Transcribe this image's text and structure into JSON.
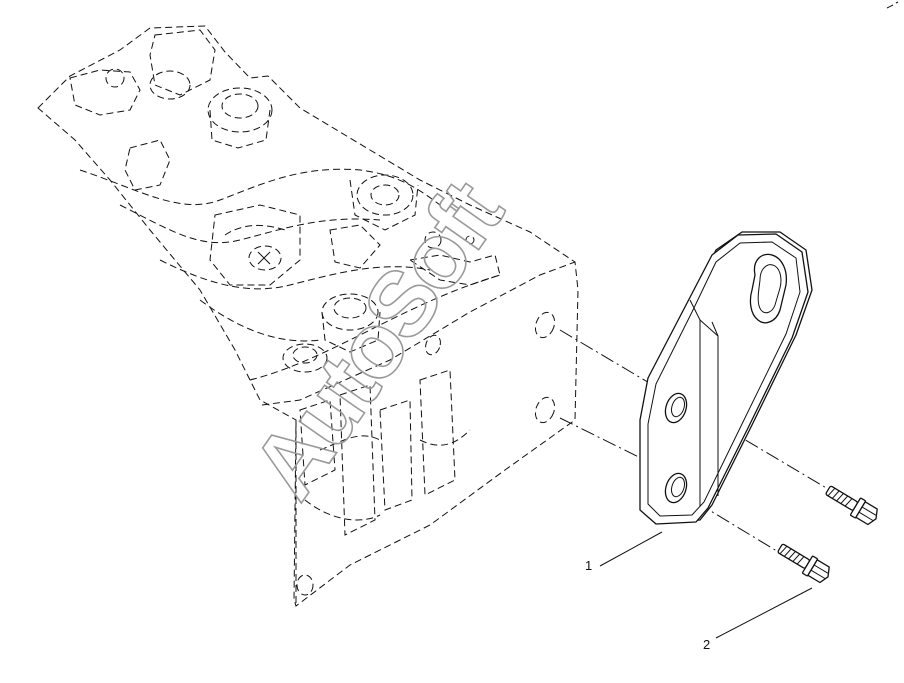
{
  "diagram": {
    "callouts": [
      {
        "id": "1",
        "label": "1",
        "part": "bracket"
      },
      {
        "id": "2",
        "label": "2",
        "part": "bolt"
      }
    ],
    "watermark": "AutoSoft"
  }
}
